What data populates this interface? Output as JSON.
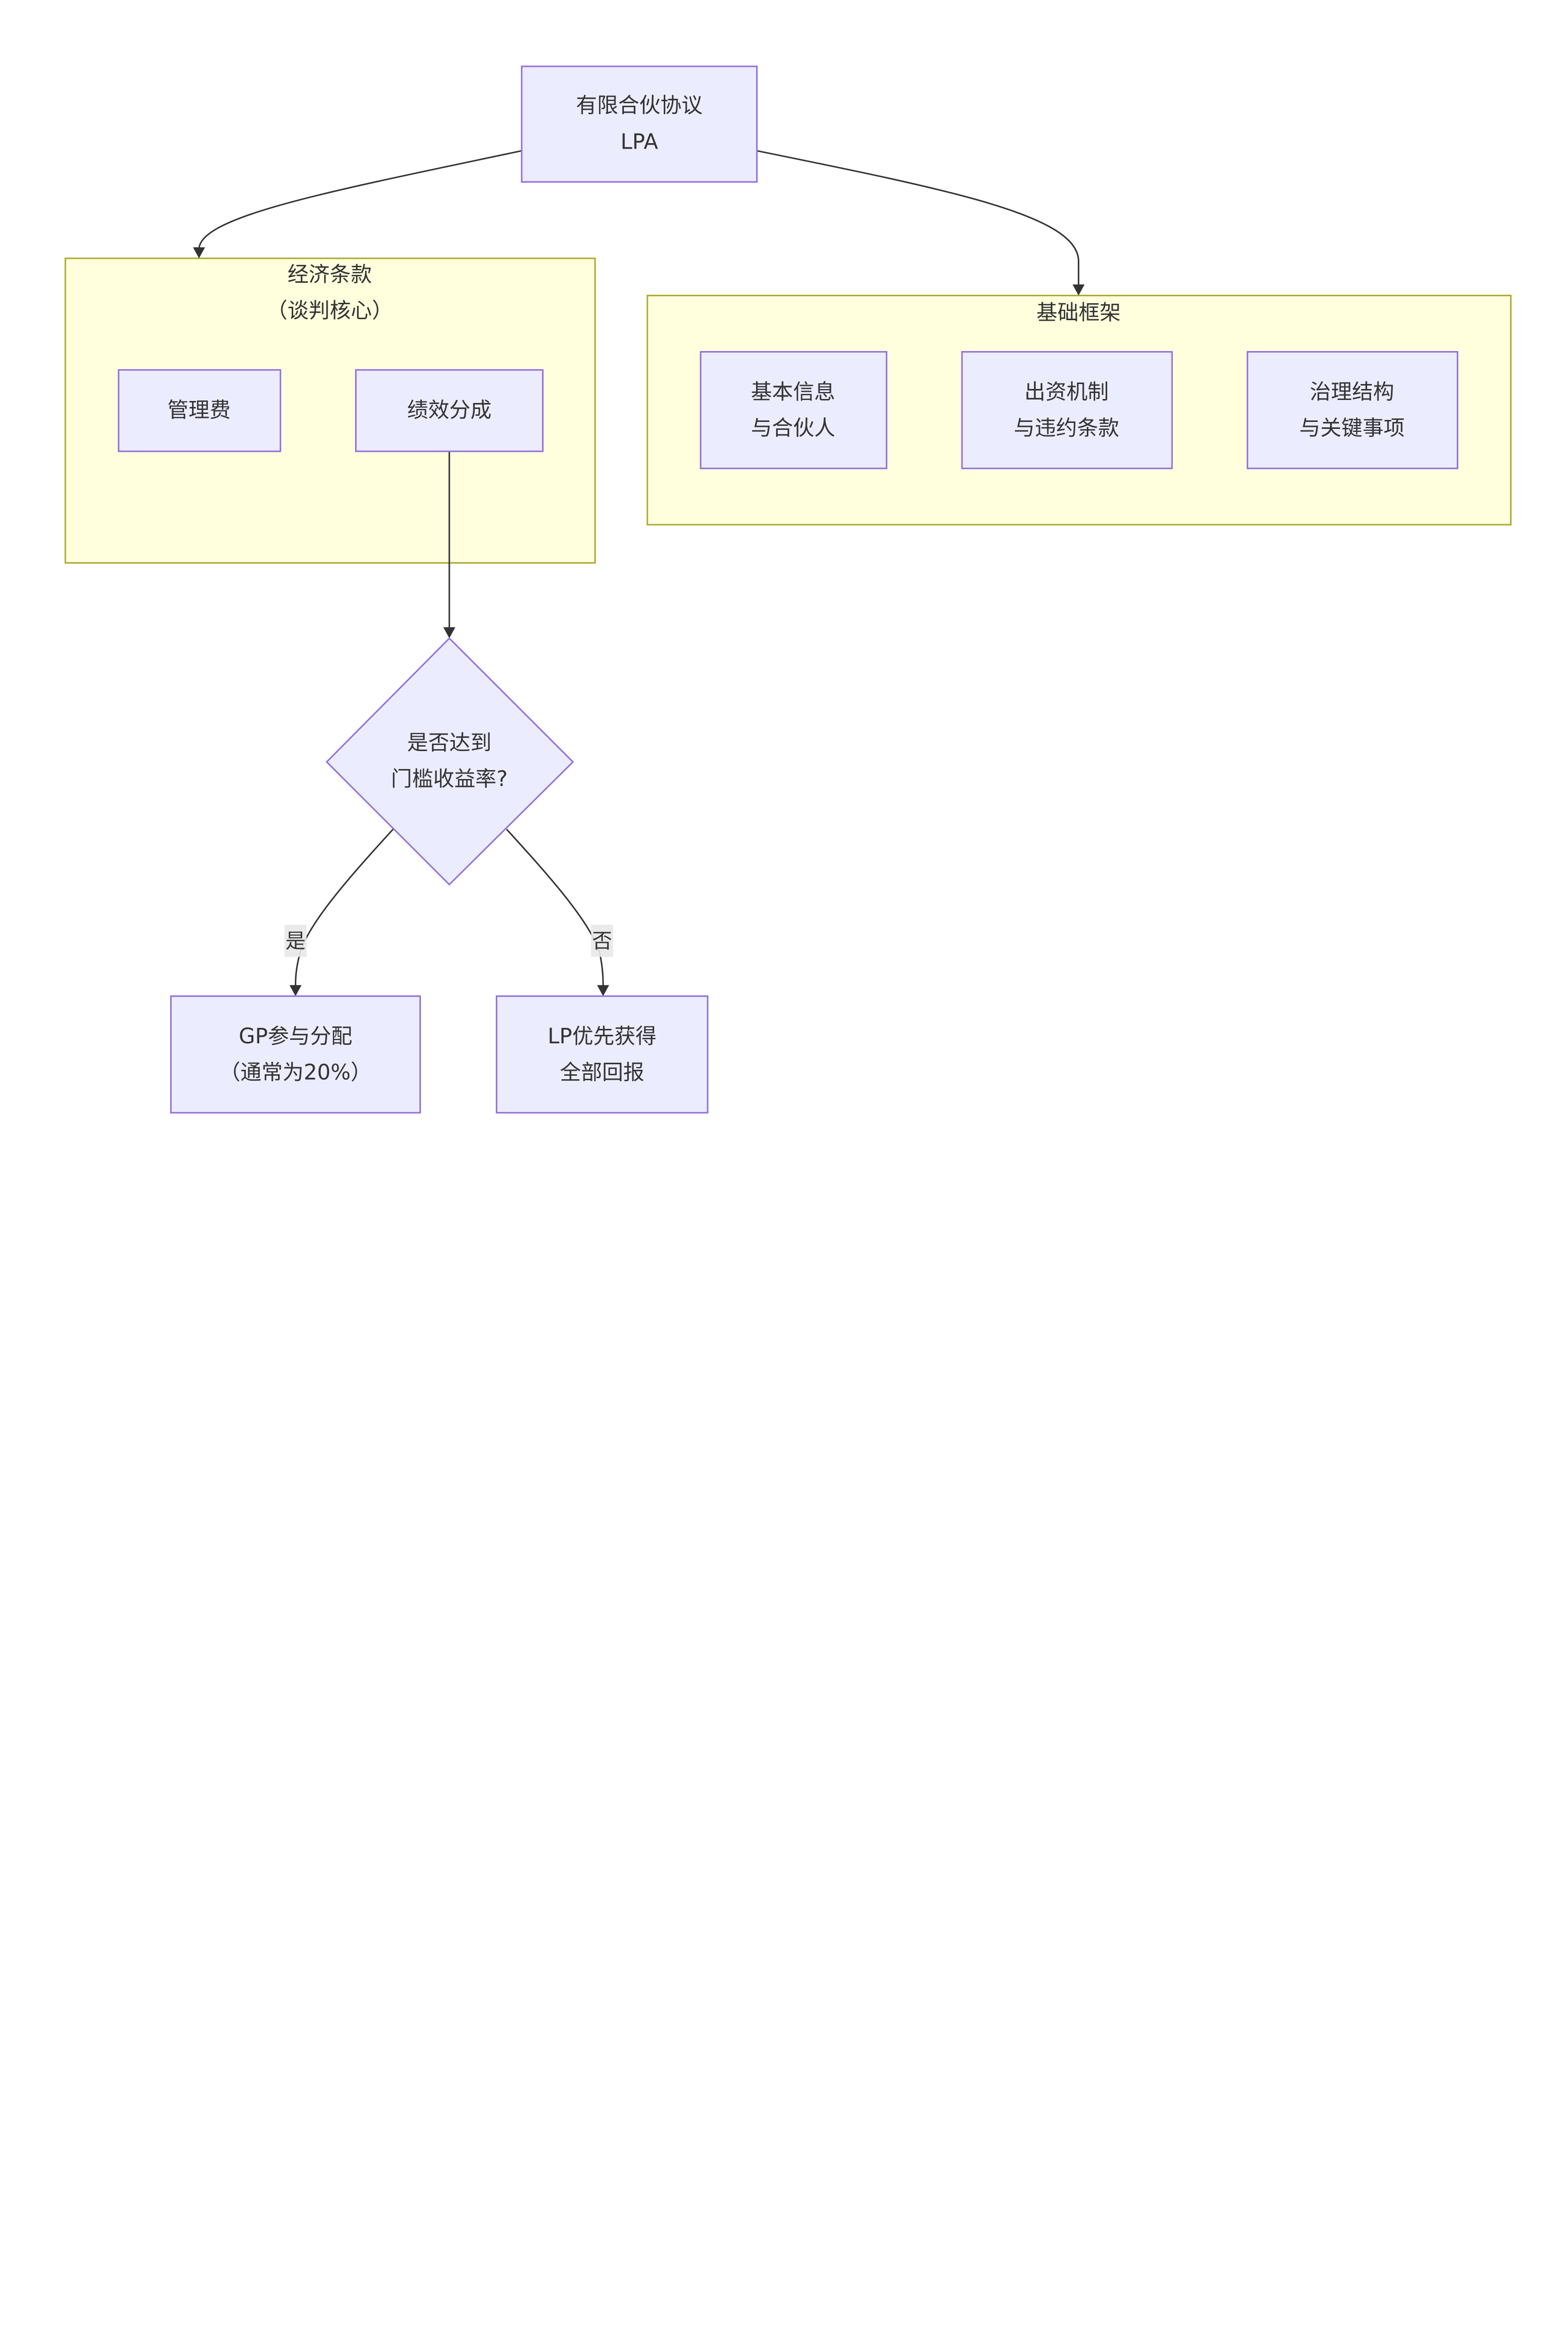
{
  "diagram": {
    "nodes": {
      "lpa": {
        "lines": [
          "有限合伙协议",
          "LPA"
        ]
      },
      "management_fee": {
        "lines": [
          "管理费"
        ]
      },
      "carried_interest": {
        "lines": [
          "绩效分成"
        ]
      },
      "basic_info": {
        "lines": [
          "基本信息",
          "与合伙人"
        ]
      },
      "capital": {
        "lines": [
          "出资机制",
          "与违约条款"
        ]
      },
      "governance": {
        "lines": [
          "治理结构",
          "与关键事项"
        ]
      },
      "decision": {
        "lines": [
          "是否达到",
          "门槛收益率?"
        ]
      },
      "gp_share": {
        "lines": [
          "GP参与分配",
          "（通常为20%）"
        ]
      },
      "lp_priority": {
        "lines": [
          "LP优先获得",
          "全部回报"
        ]
      }
    },
    "clusters": {
      "economic_terms": {
        "lines": [
          "经济条款",
          "（谈判核心）"
        ]
      },
      "foundation": {
        "lines": [
          "基础框架"
        ]
      }
    },
    "edge_labels": {
      "yes": "是",
      "no": "否"
    },
    "colors": {
      "node_fill": "#ECECFF",
      "node_stroke": "#9370DB",
      "cluster_fill": "#FFFFDE",
      "cluster_stroke": "#AAAA33",
      "edge": "#333333",
      "text": "#333333",
      "edge_label_bg": "#E8E8E8"
    },
    "edges": [
      {
        "from": "lpa",
        "to": "economic_terms"
      },
      {
        "from": "lpa",
        "to": "foundation"
      },
      {
        "from": "carried_interest",
        "to": "decision"
      },
      {
        "from": "decision",
        "to": "gp_share",
        "label": "yes"
      },
      {
        "from": "decision",
        "to": "lp_priority",
        "label": "no"
      }
    ]
  }
}
